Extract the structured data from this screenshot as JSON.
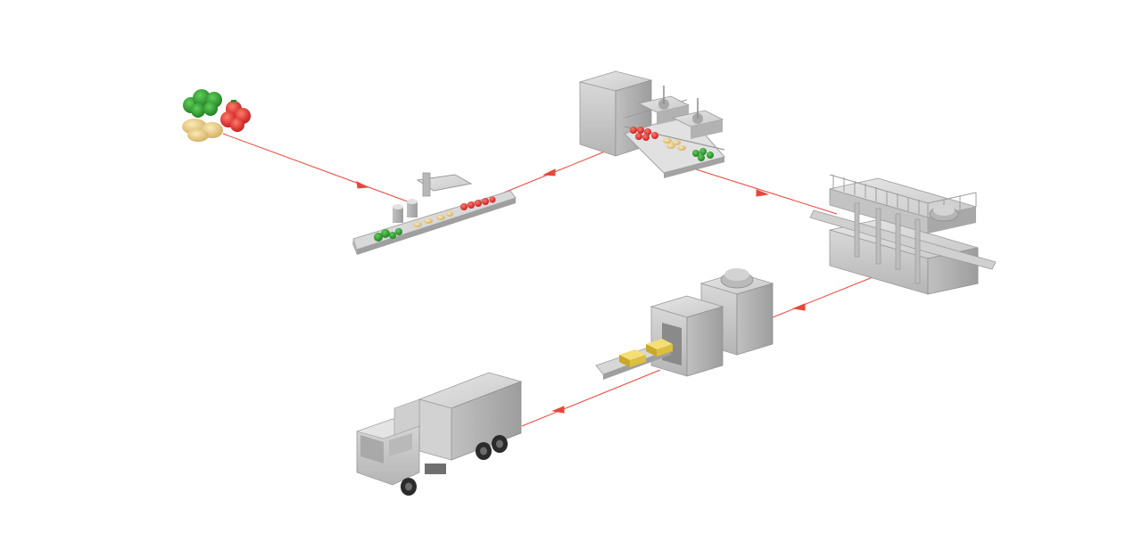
{
  "diagram": {
    "title": "",
    "flow": [
      "raw-vegetables",
      "sorting-conveyor",
      "blanching-washer",
      "tunnel-freezer",
      "packaging-machine",
      "refrigerated-truck"
    ],
    "arrow_color": "#e8463a",
    "machine_color": "#c8c8c8",
    "icons": {
      "produce": "vegetables-icon",
      "sorting": "sorting-conveyor-icon",
      "blanching": "blanching-machine-icon",
      "freezing": "tunnel-freezer-icon",
      "packaging": "packaging-machine-icon",
      "truck": "refrigerated-truck-icon"
    }
  }
}
